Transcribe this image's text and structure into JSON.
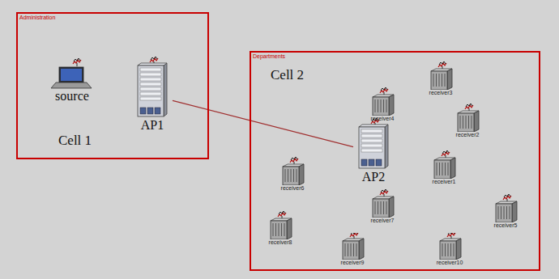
{
  "diagram": {
    "nodes": [
      {
        "text": [
          "Administration"
        ]
      },
      {
        "text": [
          "source"
        ],
        "in": 0
      },
      {
        "text": [
          "AP1"
        ],
        "in": 0
      },
      {
        "text": [
          "Departments"
        ]
      },
      {
        "text": [
          "receiver3"
        ],
        "in": 3
      },
      {
        "text": [
          "receiver4"
        ],
        "in": 3
      },
      {
        "text": [
          "receiver2"
        ],
        "in": 3
      },
      {
        "text": [
          "AP2"
        ],
        "in": 3
      },
      {
        "text": [
          "receiver1"
        ],
        "in": 3
      },
      {
        "text": [
          "receiver6"
        ],
        "in": 3
      },
      {
        "text": [
          "receiver7"
        ],
        "in": 3
      },
      {
        "text": [
          "receiver5"
        ],
        "in": 3
      },
      {
        "text": [
          "receiver8"
        ],
        "in": 3
      },
      {
        "text": [
          "receiver9"
        ],
        "in": 3
      },
      {
        "text": [
          "receiver10"
        ],
        "in": 3
      }
    ],
    "edges": [
      {
        "from": 2,
        "to": 7,
        "arrow": "none"
      }
    ],
    "labels": [
      "Cell 1",
      "Cell 2"
    ]
  }
}
